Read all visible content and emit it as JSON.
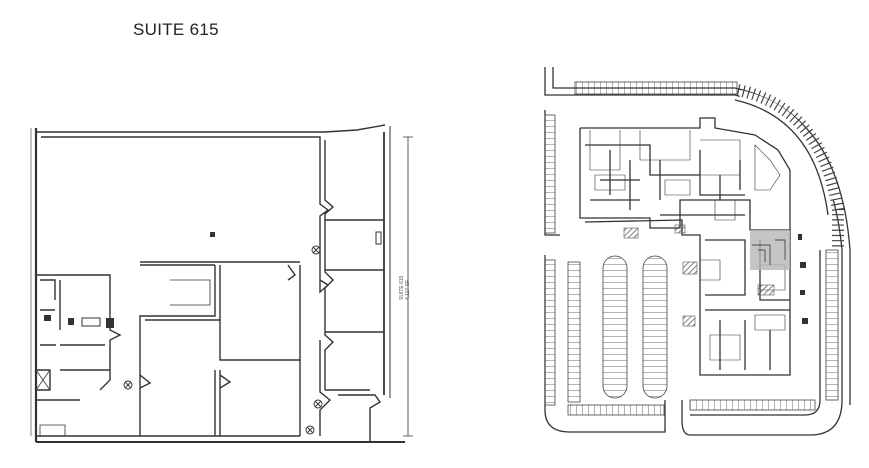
{
  "page": {
    "title": "SUITE 615"
  },
  "floor_plan": {
    "dimension_text": [
      "SUITE 615",
      "4,117 SF"
    ]
  },
  "site_plan": {
    "highlighted_suite_color": "#b7b7b7",
    "hatch_color": "#555555"
  }
}
